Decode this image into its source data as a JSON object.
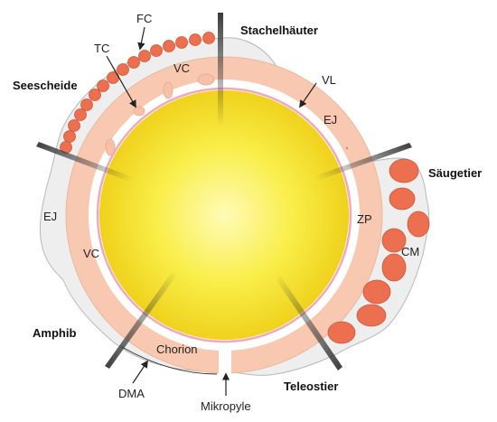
{
  "labels": {
    "fc": "FC",
    "tc": "TC",
    "vc_top": "VC",
    "vl": "VL",
    "ej_right": "EJ",
    "ej_left": "EJ",
    "vc_left": "VC",
    "zp": "ZP",
    "cm": "CM",
    "chorion": "Chorion",
    "dma": "DMA",
    "mikropyle": "Mikropyle"
  },
  "groups": {
    "stachelhaeuter": "Stachelhäuter",
    "seescheide": "Seescheide",
    "saeugetier": "Säugetier",
    "amphib": "Amphib",
    "teleostier": "Teleostier"
  },
  "colors": {
    "yolk_center": "#fffbb0",
    "yolk_mid": "#f8ec3c",
    "yolk_edge": "#eccf18",
    "envelope": "#f8c8b0",
    "envelope_stroke": "#e8b8a0",
    "jelly": "#eeeeee",
    "jelly_stroke": "#b8b8b8",
    "follicle_cell": "#ec7050",
    "follicle_stroke": "#c85838",
    "vl_line": "#f4a8b8"
  }
}
